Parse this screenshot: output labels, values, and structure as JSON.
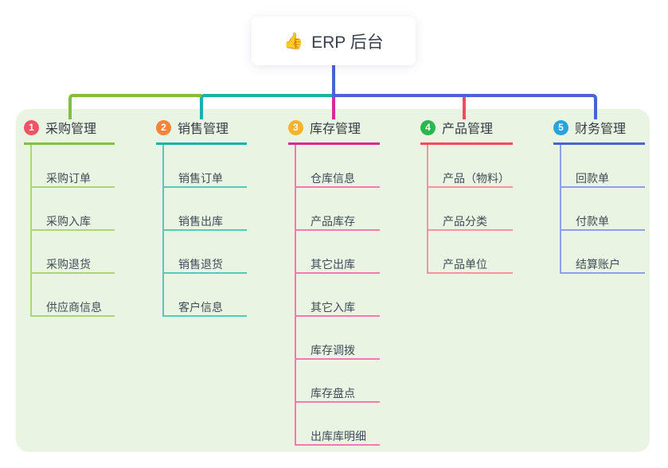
{
  "root": {
    "icon": "👍",
    "label": "ERP 后台"
  },
  "colors": {
    "panel_background": "#e9f5e2",
    "trunk": "#4c60d8",
    "root_card_background": "#ffffff",
    "root_text": "#3a3f4c",
    "header_text": "#333c46",
    "child_text": "#404c57"
  },
  "branches": [
    {
      "number": "1",
      "label": "采购管理",
      "badge_color": "#ed5565",
      "line_color": "#82bf3e",
      "child_line_color": "#a9d37c",
      "children": [
        "采购订单",
        "采购入库",
        "采购退货",
        "供应商信息"
      ]
    },
    {
      "number": "2",
      "label": "销售管理",
      "badge_color": "#f6853c",
      "line_color": "#17b3ab",
      "child_line_color": "#58c7c0",
      "children": [
        "销售订单",
        "销售出库",
        "销售退货",
        "客户信息"
      ]
    },
    {
      "number": "3",
      "label": "库存管理",
      "badge_color": "#f7b32b",
      "line_color": "#d82b8f",
      "child_line_color": "#ef7ab8",
      "children": [
        "仓库信息",
        "产品库存",
        "其它出库",
        "其它入库",
        "库存调拨",
        "库存盘点",
        "出库库明细"
      ]
    },
    {
      "number": "4",
      "label": "产品管理",
      "badge_color": "#27b94e",
      "line_color": "#f34a5e",
      "child_line_color": "#f7939a",
      "children": [
        "产品（物料）",
        "产品分类",
        "产品单位"
      ]
    },
    {
      "number": "5",
      "label": "财务管理",
      "badge_color": "#29a3dd",
      "line_color": "#4c60d8",
      "child_line_color": "#8aa2e6",
      "children": [
        "回款单",
        "付款单",
        "结算账户"
      ]
    }
  ]
}
